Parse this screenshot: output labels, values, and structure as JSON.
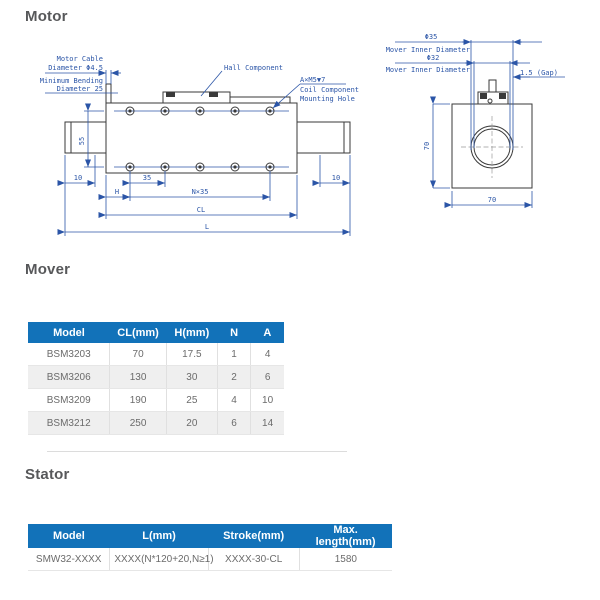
{
  "sections": {
    "motor_title": "Motor",
    "mover_title": "Mover",
    "stator_title": "Stator"
  },
  "colors": {
    "table_header_blue": "#1272b9",
    "dimension_blue": "#2b55a7",
    "heading_gray": "#57585a",
    "row_stripe": "#efefef",
    "drawing_line": "#3a3a3a"
  },
  "diagram": {
    "front": {
      "cable_label_1": "Motor Cable",
      "cable_label_2": "Diameter Φ4.5",
      "bend_label_1": "Minimum Bending",
      "bend_label_2": "Diameter 25",
      "hall_label": "Hall Component",
      "mount_label_1": "A×M5▼7",
      "mount_label_2": "Coil Component",
      "mount_label_3": "Mounting Hole",
      "dim_screw_rows": "55",
      "dim_pitch": "35",
      "dim_h": "H",
      "dim_n_pitch": "N×35",
      "dim_cl": "CL",
      "dim_l": "L",
      "dim_end_left": "10",
      "dim_end_right": "10"
    },
    "side": {
      "dia_outer": "Φ35",
      "dia_outer_label": "Mover Inner Diameter",
      "dia_inner": "Φ32",
      "dia_inner_label": "Mover Inner Diameter",
      "gap_label": "1.5 (Gap)",
      "dim_height": "70",
      "dim_width": "70"
    }
  },
  "mover_table": {
    "headers": [
      "Model",
      "CL(mm)",
      "H(mm)",
      "N",
      "A"
    ],
    "rows": [
      [
        "BSM3203",
        "70",
        "17.5",
        "1",
        "4"
      ],
      [
        "BSM3206",
        "130",
        "30",
        "2",
        "6"
      ],
      [
        "BSM3209",
        "190",
        "25",
        "4",
        "10"
      ],
      [
        "BSM3212",
        "250",
        "20",
        "6",
        "14"
      ]
    ]
  },
  "stator_table": {
    "headers": [
      "Model",
      "L(mm)",
      "Stroke(mm)",
      "Max. length(mm)"
    ],
    "rows": [
      [
        "SMW32-XXXX",
        "XXXX(N*120+20,N≥1)",
        "XXXX-30-CL",
        "1580"
      ]
    ]
  }
}
